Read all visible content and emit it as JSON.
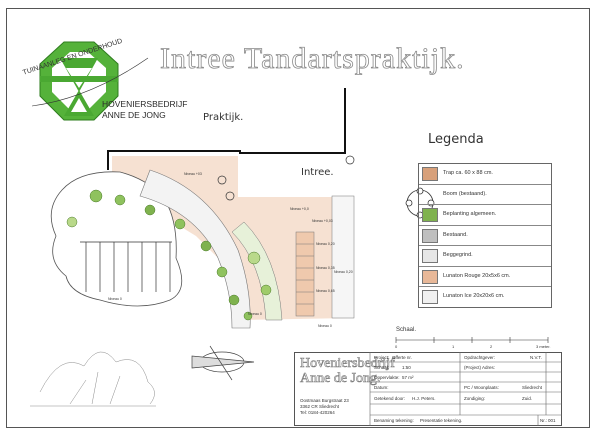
{
  "header": {
    "title": "Intree Tandartspraktijk."
  },
  "logo": {
    "arc_text": "TUINAANLEG EN ONDERHOUD",
    "company_line1": "HOVENIERSBEDRIJF",
    "company_line2": "ANNE DE JONG"
  },
  "plan": {
    "label_praktijk": "Praktijk.",
    "label_intree": "Intree.",
    "level_labels": [
      "Niveau +03",
      "Niveau +0,0",
      "Niveau +0,03",
      "Niveau 0,20",
      "Niveau 0,35",
      "Niveau 0,65",
      "Niveau 0,20",
      "Niveau 0",
      "Niveau 0",
      "Niveau 0"
    ]
  },
  "legend": {
    "title": "Legenda",
    "items": [
      {
        "label": "Trap ca. 60 x 88 cm.",
        "swatch": "#d7a07a"
      },
      {
        "label": "Boom (bestaand).",
        "swatch": "none"
      },
      {
        "label": "Beplanting algemeen.",
        "swatch": "#7fb24e"
      },
      {
        "label": "Bestaand.",
        "swatch": "#bfbfbf"
      },
      {
        "label": "Beggegrind.",
        "swatch": "#e6e6e6"
      },
      {
        "label": "Lunaton Rouge 20x5x6 cm.",
        "swatch": "#e8b898"
      },
      {
        "label": "Lunaton Ice 20x20x6 cm.",
        "swatch": "#f0f0f0"
      }
    ]
  },
  "scale": {
    "label": "Schaal.",
    "ticks": [
      "0",
      "1",
      "2",
      "3 meter."
    ]
  },
  "title_block": {
    "company_line1": "Hoveniersbedrijf",
    "company_line2": "Anne de Jong.",
    "address_line1": "Oostmaas Burgstraat 23",
    "address_line2": "3362 CR Sliedrecht",
    "phone": "Tel: 0184-420264",
    "project_label": "Project:",
    "project_value": "Offerte nr.",
    "opdracht_label": "Opdrachtgever:",
    "opdracht_value": "N.V.T.",
    "schaal_label": "Schaal:",
    "schaal_value": "1:50",
    "oppervlakte_label": "Oppervlakte:",
    "oppervlakte_value": "57 m²",
    "adres_label": "(Project) Adres:",
    "datum_label": "Datum:",
    "pc_label": "PC / Woonplaats:",
    "pc_value": "Sliedrecht",
    "getekend_label": "Getekend door:",
    "getekend_value": "H.J. Peters.",
    "ondertekening_label": "Zondiging:",
    "ondertekening_value": "Zuid.",
    "benaming_label": "Benaming tekening:",
    "benaming_value": "Presentatie tekening.",
    "nr_label": "Nr.:",
    "nr_value": "001"
  },
  "colors": {
    "logo_green": "#55b23a",
    "logo_dark_green": "#2e7d1e",
    "paving_red": "#e8b898",
    "plant_green": "#7fb24e"
  }
}
